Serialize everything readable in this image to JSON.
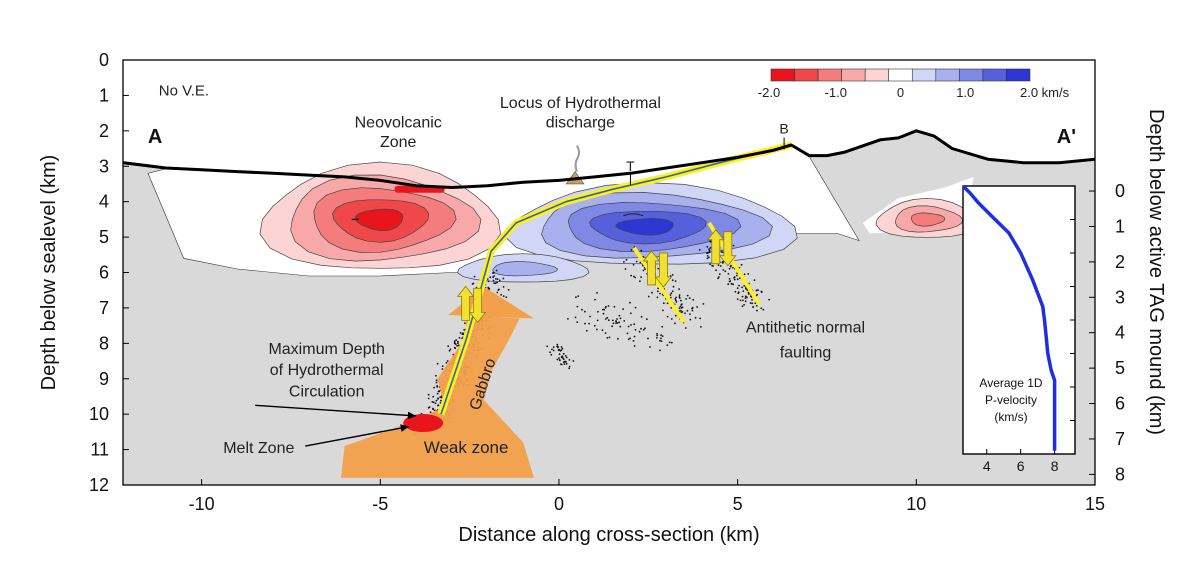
{
  "chart_data": [
    {
      "type": "cross-section",
      "xlabel": "Distance along cross-section (km)",
      "ylabel": "Depth below sealevel (km)",
      "right_ylabel": "Depth below active TAG mound (km)",
      "xlim": [
        -12.2,
        15
      ],
      "ylim": [
        12,
        0
      ],
      "xticks": [
        -10,
        -5,
        0,
        5,
        10,
        15
      ],
      "yticks": [
        0,
        1,
        2,
        3,
        4,
        5,
        6,
        7,
        8,
        9,
        10,
        11,
        12
      ],
      "right_yticks": [
        0,
        1,
        2,
        3,
        4,
        5,
        6,
        7,
        8
      ],
      "right_axis_offset_km": 3.7,
      "profile_labels": {
        "left": "A",
        "right": "A'"
      },
      "note": "No V.E.",
      "colorbar": {
        "units": "km/s",
        "range": [
          -2.0,
          2.0
        ],
        "tick_labels": [
          "-2.0",
          "-1.0",
          "0",
          "1.0",
          "2.0 km/s"
        ],
        "colors": [
          "#e8161c",
          "#f0484a",
          "#f47c7c",
          "#f8a8a8",
          "#fcd4d4",
          "#ffffff",
          "#d2d6f6",
          "#a8b0ee",
          "#7f88e4",
          "#5660dc",
          "#2c36d2"
        ]
      },
      "seafloor_profile": {
        "x": [
          -12.2,
          -11,
          -10,
          -9,
          -8,
          -7,
          -6,
          -5,
          -4,
          -3,
          -2,
          -1,
          0,
          1,
          2,
          3,
          4,
          5,
          6,
          6.5,
          7,
          7.5,
          8,
          9,
          9.5,
          10,
          10.5,
          11,
          12,
          13,
          14,
          15
        ],
        "depth": [
          2.9,
          3.05,
          3.1,
          3.15,
          3.2,
          3.25,
          3.3,
          3.4,
          3.55,
          3.6,
          3.55,
          3.45,
          3.4,
          3.3,
          3.2,
          3.05,
          2.9,
          2.75,
          2.55,
          2.4,
          2.7,
          2.7,
          2.6,
          2.25,
          2.2,
          2.0,
          2.15,
          2.5,
          2.8,
          2.9,
          2.9,
          2.8
        ]
      },
      "anomalies": [
        {
          "sign": "negative",
          "center": [
            -4.5,
            4.5
          ],
          "peak_km_s": -2.0
        },
        {
          "sign": "positive",
          "center": [
            2.5,
            4.4
          ],
          "peak_km_s": 2.0
        },
        {
          "sign": "negative",
          "center": [
            10.5,
            4.4
          ],
          "peak_km_s": -1.0
        }
      ],
      "fault_path": {
        "x": [
          6.5,
          4.5,
          3.0,
          1.5,
          0.2,
          -1.2,
          -1.9,
          -2.2,
          -2.6,
          -3.0,
          -3.3
        ],
        "depth": [
          2.4,
          2.9,
          3.3,
          3.65,
          4.0,
          4.6,
          5.4,
          6.5,
          7.9,
          9.1,
          10.0
        ]
      },
      "antithetic_faults": [
        {
          "x": [
            2.1,
            3.5
          ],
          "depth": [
            5.3,
            7.4
          ]
        },
        {
          "x": [
            4.2,
            5.6
          ],
          "depth": [
            4.6,
            6.9
          ]
        }
      ],
      "markers": [
        {
          "label": "B",
          "x": 6.3,
          "depth": 2.3
        },
        {
          "label": "T",
          "x": 2.0,
          "depth": 3.3
        }
      ],
      "annotations": [
        {
          "text": "Neovolcanic",
          "x": -4.5,
          "depth": 1.9
        },
        {
          "text": "Zone",
          "x": -4.5,
          "depth": 2.45
        },
        {
          "text": "Locus of Hydrothermal",
          "x": 0.6,
          "depth": 1.35
        },
        {
          "text": "discharge",
          "x": 0.6,
          "depth": 1.9
        },
        {
          "text": "Maximum Depth",
          "x": -6.5,
          "depth": 8.3
        },
        {
          "text": "of Hydrothermal",
          "x": -6.5,
          "depth": 8.9
        },
        {
          "text": "Circulation",
          "x": -6.5,
          "depth": 9.5
        },
        {
          "text": "Melt Zone",
          "x": -8.4,
          "depth": 11.1
        },
        {
          "text": "Weak zone",
          "x": -2.6,
          "depth": 11.1
        },
        {
          "text": "Gabbro",
          "x": -2.0,
          "depth": 9.2
        },
        {
          "text": "Antithetic normal",
          "x": 6.9,
          "depth": 7.7
        },
        {
          "text": "faulting",
          "x": 6.9,
          "depth": 8.4
        }
      ]
    },
    {
      "type": "line",
      "title": "Average 1D P-velocity (km/s)",
      "title_lines": [
        "Average 1D",
        "P-velocity",
        "(km/s)"
      ],
      "xlim": [
        2.6,
        9.2
      ],
      "ylim": [
        8,
        0
      ],
      "xticks": [
        4,
        6,
        8
      ],
      "yticks": [
        0,
        1,
        2,
        3,
        4,
        5,
        6,
        7,
        8
      ],
      "series": [
        {
          "x": [
            2.6,
            3.0,
            3.5,
            4.3,
            5.3,
            6.0,
            6.7,
            7.3,
            7.4,
            7.5,
            7.6,
            7.8,
            8.0,
            8.0,
            8.0
          ],
          "y": [
            0.0,
            0.2,
            0.5,
            0.9,
            1.4,
            2.0,
            2.8,
            3.6,
            4.0,
            4.5,
            5.0,
            5.5,
            5.8,
            6.5,
            7.9
          ]
        }
      ]
    }
  ]
}
